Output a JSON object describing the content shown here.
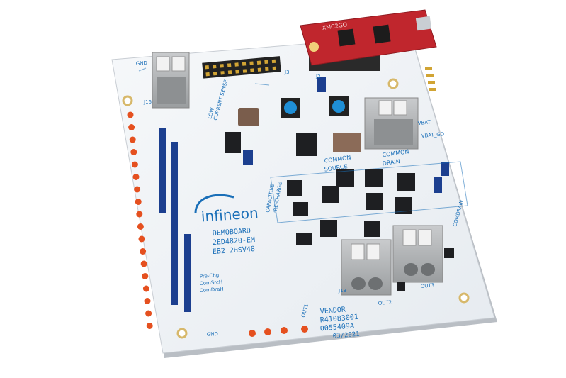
{
  "board": {
    "brand": "infineon",
    "title_line1": "DEMOBOARD",
    "title_line2": "2ED4820-EM",
    "title_line3": "EB2 2HSV48",
    "vendor_line1": "VENDOR",
    "vendor_line2": "R41083001",
    "vendor_line3": "0055409A",
    "vendor_line4": "03/2021",
    "capacitive_label1": "CAPACITIVE",
    "capacitive_label2": "PRE-CHARGE",
    "current_sense1": "LOW",
    "current_sense2": "CURRENT SENSE",
    "common_source1": "COMMON",
    "common_source2": "SOURCE",
    "common_drain1": "COMMON",
    "common_drain2": "DRAIN",
    "vbat": "VBAT",
    "vbat_gd": "VBAT_GD",
    "comdrain_gd": "COMDRAIN",
    "gnd": "GND",
    "gnd_top": "GND",
    "pre_chg": "Pre-Chg",
    "comsrc_h": "ComSrcH",
    "comdrn_h": "ComDraH",
    "out1": "OUT1",
    "out2": "OUT2",
    "out3": "OUT3",
    "j2": "J2",
    "j3": "J3",
    "j13": "J13",
    "j16": "J16"
  },
  "module": {
    "label": "XMC2GO"
  },
  "colors": {
    "pcb": "#f2f5f8",
    "silkscreen": "#1a6fb8",
    "header_orange": "#e5501f",
    "jumper_blue": "#1c3f8f",
    "module_red": "#c0262d"
  }
}
